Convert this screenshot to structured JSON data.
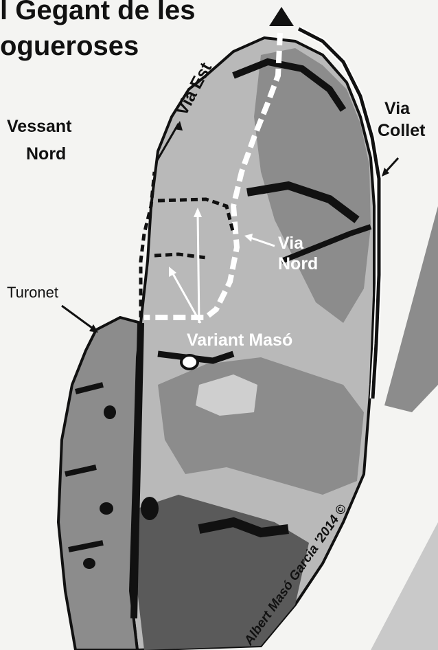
{
  "title": {
    "line1": "l Gegant de les",
    "line2": "ogueroses"
  },
  "labels": {
    "vessant_line1": "Vessant",
    "vessant_line2": "Nord",
    "via_est": "Via Est",
    "via_collet_line1": "Via",
    "via_collet_line2": "Collet",
    "via_nord_line1": "Via",
    "via_nord_line2": "Nord",
    "turonet": "Turonet",
    "variant_maso": "Variant Masó"
  },
  "copyright": "Albert Masó Garcia '2014 ©",
  "colors": {
    "background": "#f4f4f2",
    "rock_light": "#b9b9b9",
    "rock_mid": "#8c8c8c",
    "rock_dark": "#5a5a5a",
    "crack": "#111111",
    "route_white": "#ffffff",
    "route_black": "#111111"
  },
  "icons": {
    "summit": "triangle-summit-icon"
  }
}
